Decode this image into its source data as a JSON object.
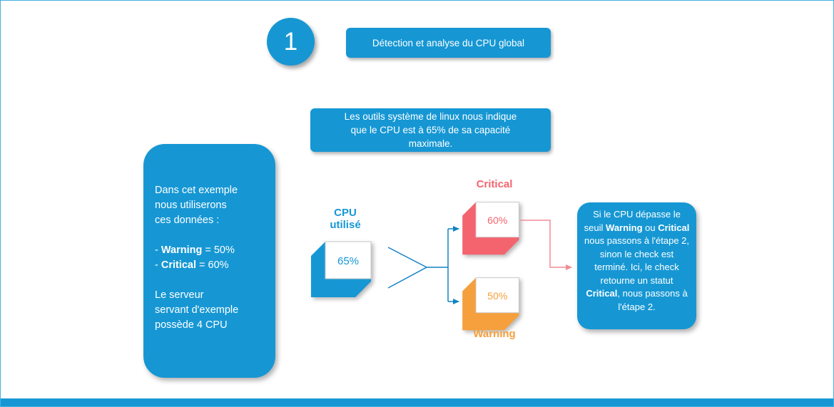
{
  "colors": {
    "blue": "#1697D4",
    "arrow_blue": "#1282C6",
    "coral": "#F4646F",
    "orange": "#F5A03D",
    "pink_arrow": "#F28B95",
    "border_blue": "#45B0E0"
  },
  "step_badge": {
    "number": "1"
  },
  "header": {
    "title": "Détection et analyse du CPU global"
  },
  "note_box": {
    "text": "Les outils système de linux nous indique\nque le CPU est à 65% de sa capacité\nmaximale."
  },
  "example_panel": {
    "intro": "Dans cet exemple\nnous utiliserons\nces données :",
    "bullets": [
      {
        "prefix": "- ",
        "bold": "Warning",
        "suffix": " = 50%"
      },
      {
        "prefix": "- ",
        "bold": "Critical",
        "suffix": " = 60%"
      }
    ],
    "outro": "Le serveur\nservant d'exemple\npossède 4 CPU"
  },
  "cpu_node": {
    "label": "CPU\nutilisé",
    "value": "65%"
  },
  "critical_node": {
    "label": "Critical",
    "value": "60%"
  },
  "warning_node": {
    "label": "Warning",
    "value": "50%"
  },
  "result_panel": {
    "segments": [
      {
        "text": "Si le CPU dépasse le seuil ",
        "bold": false
      },
      {
        "text": "Warning",
        "bold": true
      },
      {
        "text": " ou ",
        "bold": false
      },
      {
        "text": "Critical",
        "bold": true
      },
      {
        "text": " nous passons à l'étape 2, sinon le check est terminé. Ici, le check retourne un statut ",
        "bold": false
      },
      {
        "text": "Critical",
        "bold": true
      },
      {
        "text": ", nous passons à l'étape 2.",
        "bold": false
      }
    ]
  }
}
